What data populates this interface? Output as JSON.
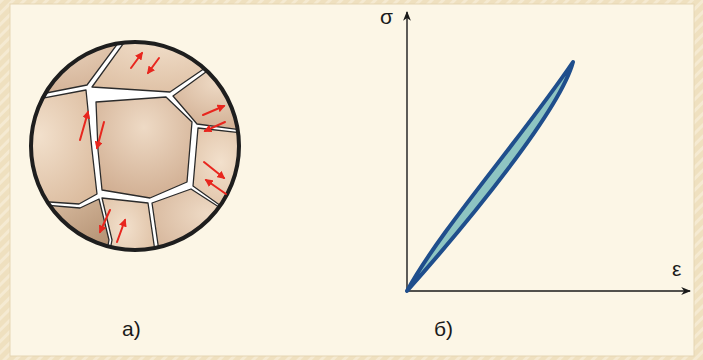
{
  "diagram": {
    "labels": [
      "σ",
      "ε",
      "а)",
      "б)"
    ]
  }
}
